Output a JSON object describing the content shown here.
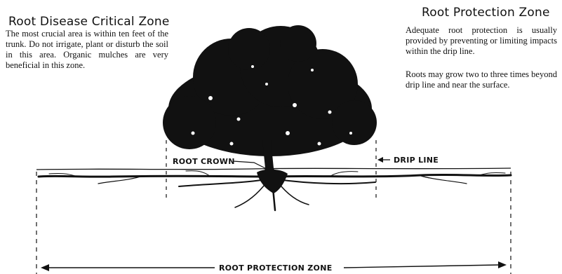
{
  "left_zone": {
    "title": "Root Disease Critical Zone",
    "text": "The most crucial area is within ten feet of the trunk. Do not irrigate, plant or disturb the soil in this area. Organic mulches are very beneficial in this zone."
  },
  "right_zone": {
    "title": "Root Protection Zone",
    "text_1": "Adequate root protection is usually provided by preventing or limiting impacts within the drip line.",
    "text_2": "Roots may grow two to three times beyond drip line and near the surface."
  },
  "labels": {
    "root_crown": "ROOT CROWN",
    "drip_line": "DRIP LINE",
    "root_protection_zone": "ROOT PROTECTION ZONE"
  }
}
